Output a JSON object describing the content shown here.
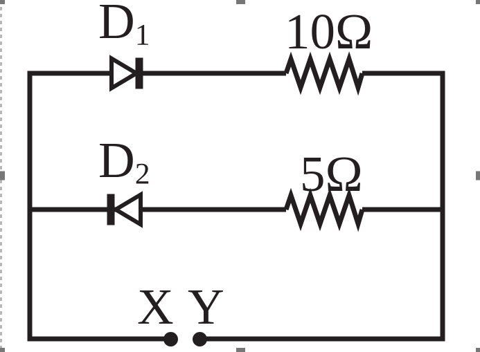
{
  "figure": {
    "description": "Circuit with two parallel branches between terminals: diode D1 in series with 10 ohm resistor (top branch), diode D2 in series with 5 ohm resistor (middle branch), open terminals X and Y on the bottom wire",
    "background_color": "#ffffff",
    "line_color": "#231f20",
    "labels": {
      "d1_base": "D",
      "d1_sub": "1",
      "d2_base": "D",
      "d2_sub": "2",
      "r1": "10Ω",
      "r2": "5Ω",
      "x": "X",
      "y": "Y"
    }
  },
  "selection": {
    "handle_color": "#777777",
    "dash_color": "#ababab"
  }
}
